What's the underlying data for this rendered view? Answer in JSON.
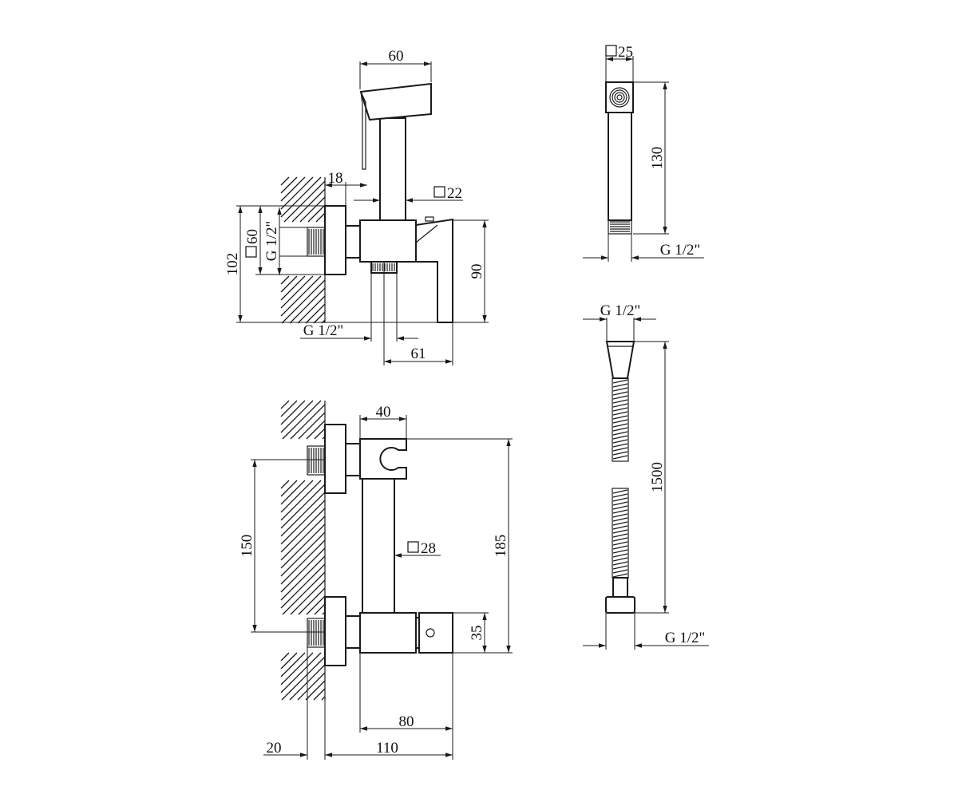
{
  "colors": {
    "line": "#1a1a1a",
    "background": "#ffffff"
  },
  "top_view": {
    "dim_width_60": "60",
    "dim_18": "18",
    "dim_square_22": "22",
    "dim_square_60": "60",
    "dim_thread_g12_vertical": "G 1/2\"",
    "dim_102": "102",
    "dim_90": "90",
    "dim_thread_g12_bottom": "G 1/2\"",
    "dim_61": "61"
  },
  "front_view": {
    "dim_40": "40",
    "dim_150": "150",
    "dim_square_28": "28",
    "dim_185": "185",
    "dim_35": "35",
    "dim_80": "80",
    "dim_20": "20",
    "dim_110": "110"
  },
  "handshower": {
    "dim_square_25": "25",
    "dim_130": "130",
    "dim_thread_g12": "G 1/2\""
  },
  "hose": {
    "dim_thread_g12_top": "G 1/2\"",
    "dim_1500": "1500",
    "dim_thread_g12_bottom": "G 1/2\""
  }
}
